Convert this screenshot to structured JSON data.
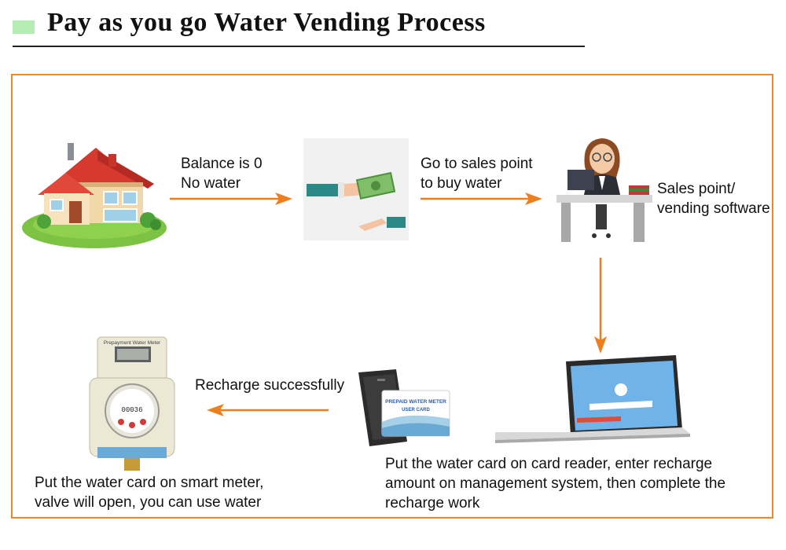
{
  "title": "Pay as you go Water Vending Process",
  "colors": {
    "frame": "#ea8a2a",
    "arrow": "#ee7f1e",
    "title_mark": "#b4ecb4"
  },
  "steps": {
    "balance": {
      "line1": "Balance is 0",
      "line2": "No water"
    },
    "go_sales": {
      "line1": "Go to sales point",
      "line2": "to buy water"
    },
    "sales_point": {
      "line1": "Sales point/",
      "line2": "vending software"
    },
    "recharge_success": {
      "line1": "Recharge successfully"
    },
    "card_reader": {
      "line1": "Put the water card on card reader, enter recharge",
      "line2": "amount on management system, then complete the",
      "line3": "recharge work"
    },
    "smart_meter": {
      "line1": "Put the water card on smart meter,",
      "line2": "valve will open, you can use water"
    }
  },
  "meter": {
    "label": "Prepayment Water Meter",
    "reading": "00036"
  },
  "card": {
    "line1": "PREPAID WATER METER",
    "line2": "USER CARD"
  },
  "icons": [
    "house-icon",
    "money-exchange-icon",
    "sales-clerk-icon",
    "laptop-icon",
    "card-reader-icon",
    "water-card-icon",
    "water-meter-icon"
  ]
}
